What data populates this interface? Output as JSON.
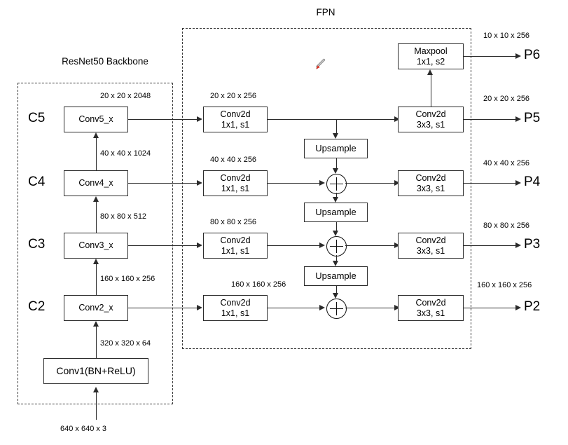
{
  "diagram": {
    "groups": [
      {
        "id": "backbone",
        "title": "ResNet50 Backbone"
      },
      {
        "id": "fpn",
        "title": "FPN"
      }
    ],
    "backbone": {
      "stage_labels": [
        "C5",
        "C4",
        "C3",
        "C2"
      ],
      "blocks": [
        {
          "name": "conv5",
          "label": "Conv5_x"
        },
        {
          "name": "conv4",
          "label": "Conv4_x"
        },
        {
          "name": "conv3",
          "label": "Conv3_x"
        },
        {
          "name": "conv2",
          "label": "Conv2_x"
        },
        {
          "name": "conv1",
          "label": "Conv1(BN+ReLU)"
        }
      ],
      "dims": [
        "20 x 20 x 2048",
        "40 x 40 x 1024",
        "80 x 80 x 512",
        "160 x 160 x 256",
        "320 x 320 x 64",
        "640 x 640 x 3"
      ]
    },
    "fpn": {
      "lateral": {
        "line1": "Conv2d",
        "line2": "1x1, s1"
      },
      "output_conv": {
        "line1": "Conv2d",
        "line2": "3x3, s1"
      },
      "maxpool": {
        "line1": "Maxpool",
        "line2": "1x1, s2"
      },
      "upsample_label": "Upsample",
      "upsample_count": 3,
      "add_count": 3,
      "lateral_dims": [
        "20 x 20 x 256",
        "40 x 40 x 256",
        "80 x 80 x 256",
        "160 x 160 x 256"
      ]
    },
    "outputs": [
      {
        "name": "P6",
        "label": "P6",
        "dim": "10 x 10 x 256"
      },
      {
        "name": "P5",
        "label": "P5",
        "dim": "20 x 20 x 256"
      },
      {
        "name": "P4",
        "label": "P4",
        "dim": "40 x 40 x 256"
      },
      {
        "name": "P3",
        "label": "P3",
        "dim": "80 x 80 x 256"
      },
      {
        "name": "P2",
        "label": "P2",
        "dim": "160 x 160 x 256"
      }
    ],
    "cursor": {
      "name": "pen-cursor",
      "tip_color": "#e03020"
    }
  }
}
